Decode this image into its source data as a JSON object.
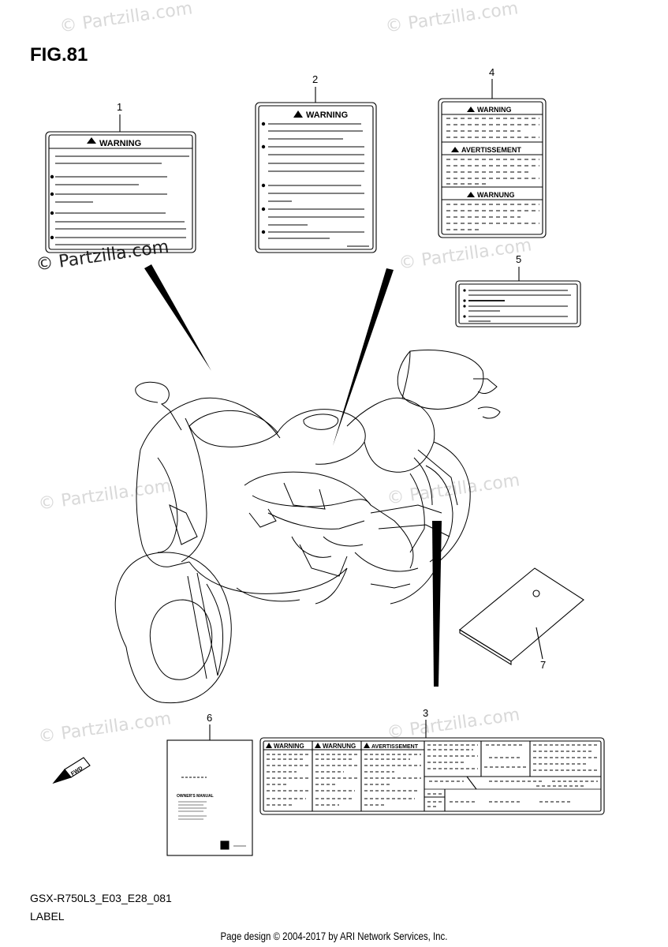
{
  "figure": {
    "title": "FIG.81"
  },
  "callouts": [
    "1",
    "2",
    "3",
    "4",
    "5",
    "6",
    "7"
  ],
  "labels": {
    "label1_heading": "WARNING",
    "label2_heading": "WARNING",
    "label4_headings": [
      "WARNING",
      "AVERTISSEMENT",
      "WARNUNG"
    ],
    "label3_headings": [
      "WARNING",
      "WARNUNG",
      "AVERTISSEMENT"
    ],
    "manual_title": "OWNER'S MANUAL",
    "fwd_arrow": "FWD"
  },
  "footer": {
    "code": "GSX-R750L3_E03_E28_081",
    "label": "LABEL",
    "copyright": "Page design © 2004-2017 by ARI Network Services, Inc."
  },
  "watermark": {
    "text": "© Partzilla.com"
  }
}
